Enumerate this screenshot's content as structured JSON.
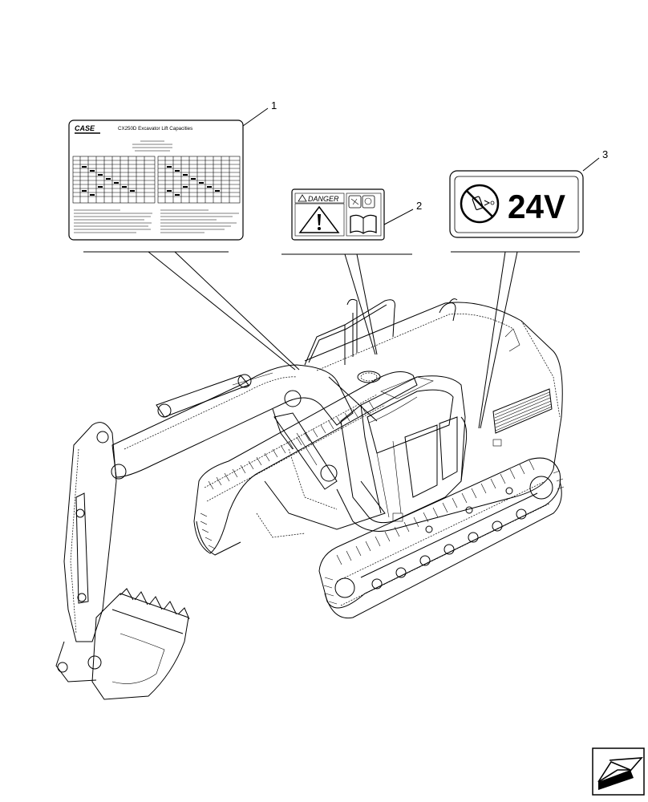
{
  "callouts": [
    {
      "number": "1"
    },
    {
      "number": "2"
    },
    {
      "number": "3"
    }
  ],
  "decal_lift_chart": {
    "brand": "CASE",
    "title": "CX250D Excavator Lift Capacities"
  },
  "decal_danger": {
    "label": "DANGER"
  },
  "decal_voltage": {
    "label": "24V"
  },
  "icons": [
    "warning-triangle-icon",
    "manual-book-icon",
    "no-phone-icon",
    "nav-arrow-icon"
  ]
}
